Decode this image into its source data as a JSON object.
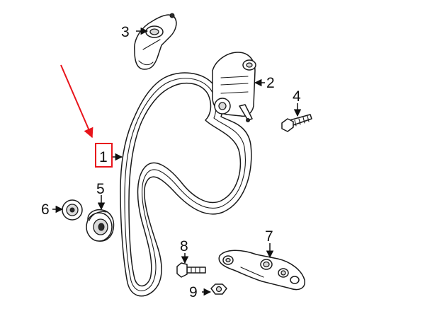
{
  "callouts": {
    "c1": "1",
    "c2": "2",
    "c3": "3",
    "c4": "4",
    "c5": "5",
    "c6": "6",
    "c7": "7",
    "c8": "8",
    "c9": "9"
  },
  "colors": {
    "highlight": "#e8141b",
    "line": "#1a1a1a",
    "background": "#ffffff"
  }
}
